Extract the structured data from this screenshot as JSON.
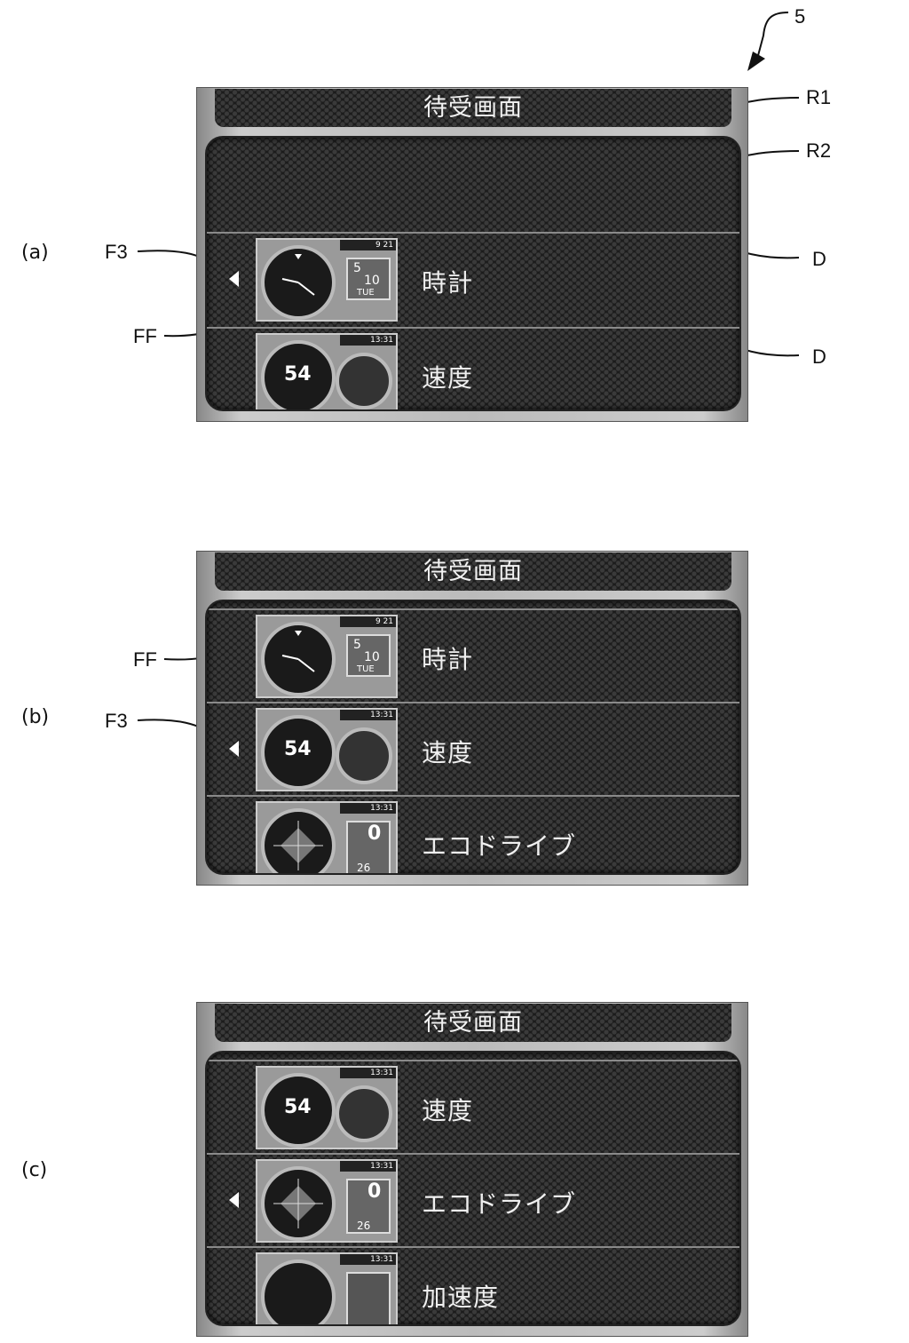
{
  "figure_number": "5",
  "panels": [
    {
      "caption": "(a)",
      "title": "待受画面",
      "selected_index": 0,
      "rows": [
        {
          "label": "時計",
          "thumb": {
            "type": "clock",
            "time": "9 21",
            "month": "5",
            "day": "10",
            "weekday": "TUE"
          }
        },
        {
          "label": "速度",
          "thumb": {
            "type": "speed",
            "time": "13:31",
            "speed": "54"
          }
        }
      ]
    },
    {
      "caption": "(b)",
      "title": "待受画面",
      "selected_index": 1,
      "rows": [
        {
          "label": "時計",
          "thumb": {
            "type": "clock",
            "time": "9 21",
            "month": "5",
            "day": "10",
            "weekday": "TUE"
          }
        },
        {
          "label": "速度",
          "thumb": {
            "type": "speed",
            "time": "13:31",
            "speed": "54"
          }
        },
        {
          "label": "エコドライブ",
          "thumb": {
            "type": "eco",
            "time": "13:31",
            "value": "0",
            "sub": "26"
          }
        }
      ]
    },
    {
      "caption": "(c)",
      "title": "待受画面",
      "selected_index": 1,
      "rows": [
        {
          "label": "速度",
          "thumb": {
            "type": "speed",
            "time": "13:31",
            "speed": "54"
          }
        },
        {
          "label": "エコドライブ",
          "thumb": {
            "type": "eco",
            "time": "13:31",
            "value": "0",
            "sub": "26"
          }
        },
        {
          "label": "加速度",
          "thumb": {
            "type": "accel",
            "time": "13:31"
          }
        }
      ]
    }
  ],
  "annotations": {
    "r1": "R1",
    "r2": "R2",
    "d1": "D",
    "d2": "D",
    "f3_a": "F3",
    "ff_a": "FF",
    "ff_b": "FF",
    "f3_b": "F3"
  },
  "colors": {
    "selector": "#ffffff",
    "title_text": "#f2f2f2",
    "frame": "#bbbbbb"
  }
}
